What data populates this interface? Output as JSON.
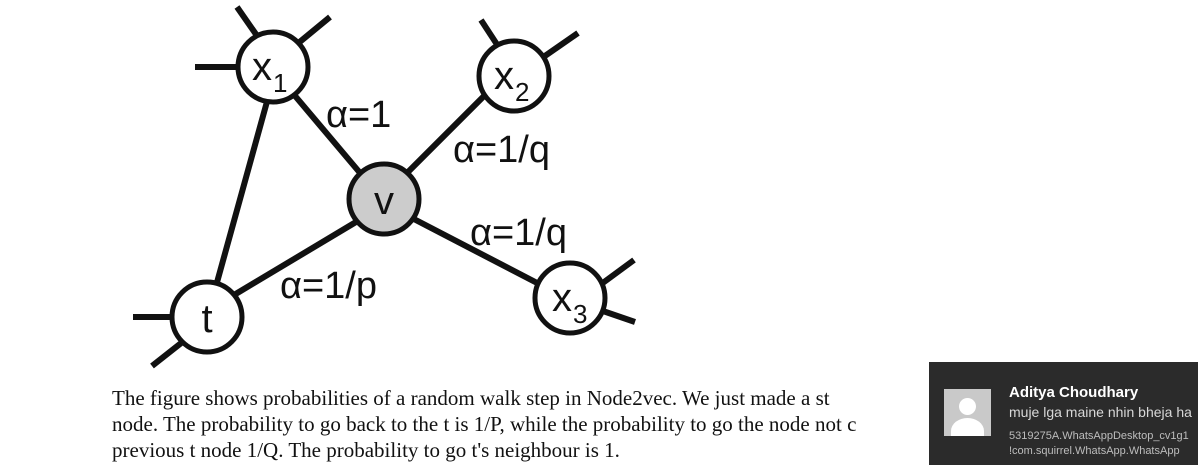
{
  "figure": {
    "nodes": {
      "x1": {
        "main": "x",
        "sub": "1"
      },
      "x2": {
        "main": "x",
        "sub": "2"
      },
      "x3": {
        "main": "x",
        "sub": "3"
      },
      "v": {
        "main": "v",
        "sub": ""
      },
      "t": {
        "main": "t",
        "sub": ""
      }
    },
    "edge_labels": {
      "v_x1": "α=1",
      "v_x2": "α=1/q",
      "v_x3": "α=1/q",
      "v_t": "α=1/p"
    },
    "colors": {
      "node_fill": "#ffffff",
      "center_fill": "#cccccc",
      "stroke": "#111111"
    }
  },
  "caption": {
    "line1": "The figure shows probabilities of a random walk step in Node2vec. We just made a st",
    "line2": "node. The probability to go back to the t is 1/P, while the probability to go the node not c",
    "line3": "previous t node 1/Q. The probability to go t's neighbour is 1."
  },
  "notification": {
    "sender": "Aditya Choudhary",
    "message": "muje lga maine nhin bheja ha",
    "app_id_line1": "5319275A.WhatsAppDesktop_cv1g1",
    "app_id_line2": "!com.squirrel.WhatsApp.WhatsApp",
    "avatar_icon": "person-silhouette-icon",
    "background": "#2b2b2b"
  }
}
